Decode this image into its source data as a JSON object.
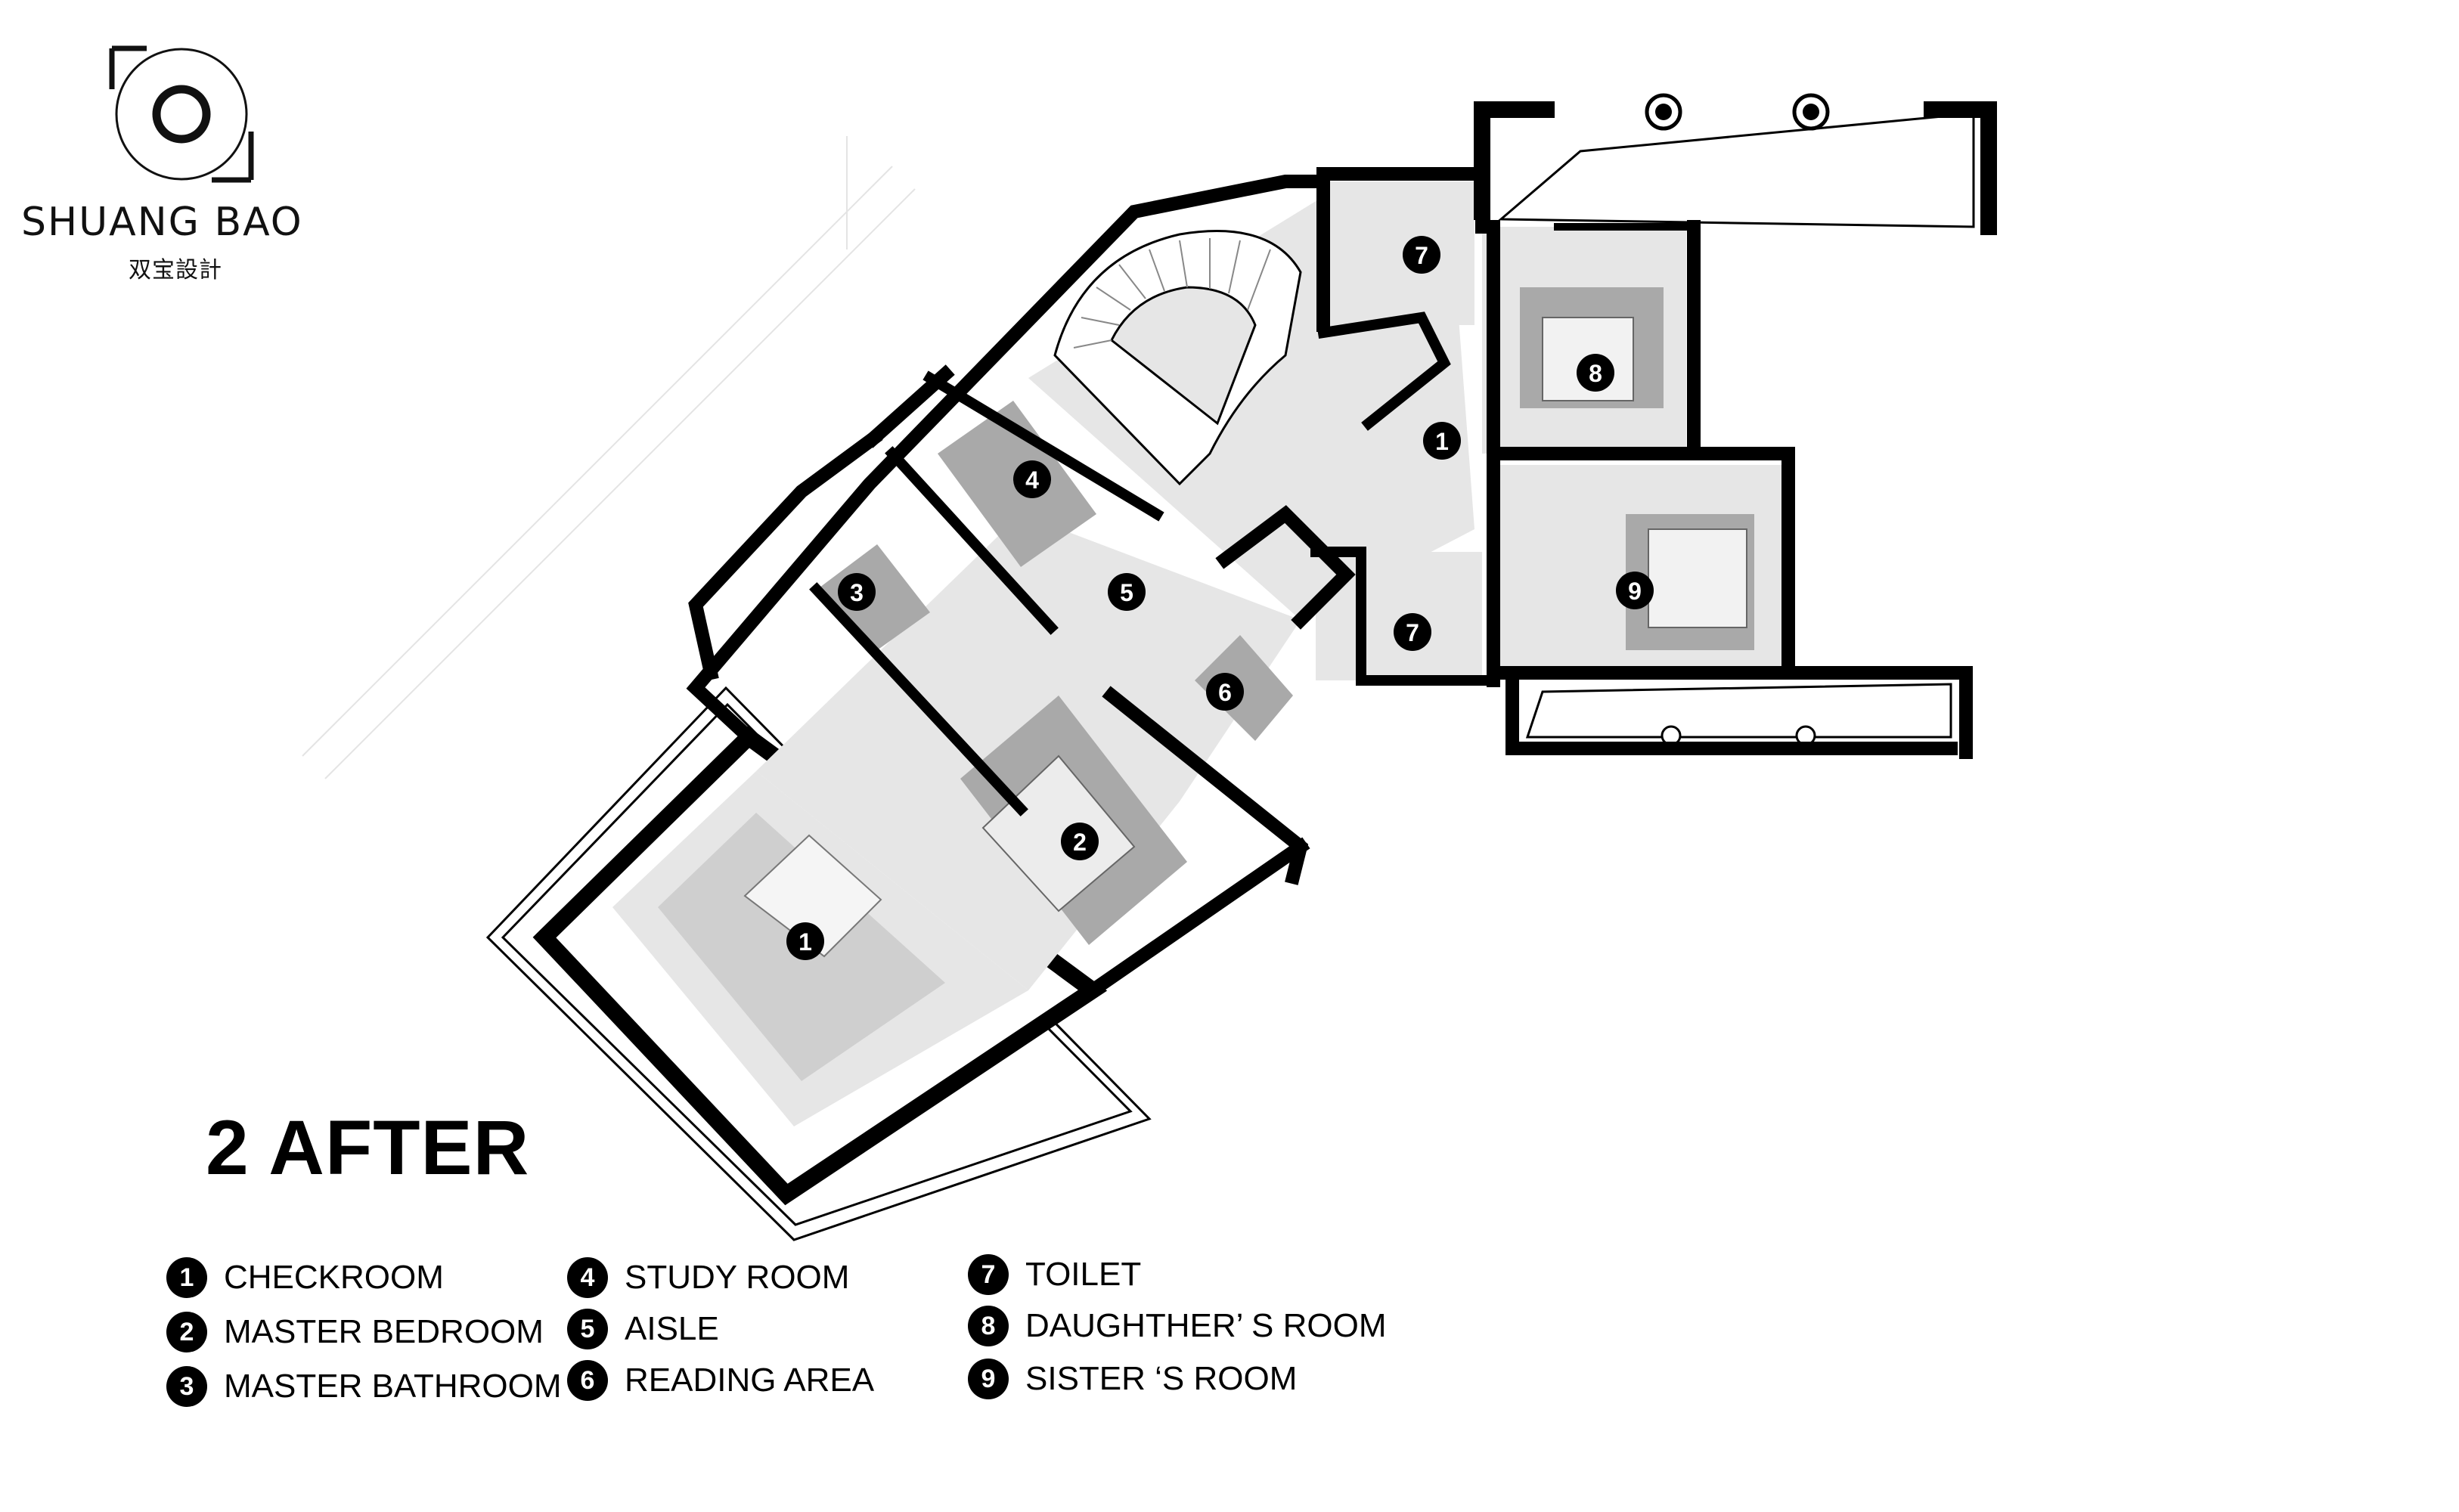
{
  "brand": {
    "name": "SHUANG BAO",
    "subtitle": "双宝設計"
  },
  "plan_title": "2 AFTER",
  "legend": [
    {
      "number": "1",
      "label": "CHECKROOM"
    },
    {
      "number": "2",
      "label": "MASTER BEDROOM"
    },
    {
      "number": "3",
      "label": "MASTER BATHROOM"
    },
    {
      "number": "4",
      "label": "STUDY ROOM"
    },
    {
      "number": "5",
      "label": "AISLE"
    },
    {
      "number": "6",
      "label": "READING AREA"
    },
    {
      "number": "7",
      "label": "TOILET"
    },
    {
      "number": "8",
      "label": "DAUGHTHER’ S ROOM"
    },
    {
      "number": "9",
      "label": "SISTER ‘S  ROOM"
    }
  ],
  "room_markers": {
    "checkroom_main": "1",
    "checkroom_small": "1",
    "master_bedroom": "2",
    "master_bathroom": "3",
    "study_room": "4",
    "aisle": "5",
    "reading_area": "6",
    "toilet_top": "7",
    "toilet_mid": "7",
    "daughter_room": "8",
    "sister_room": "9"
  },
  "colors": {
    "wall": "#000000",
    "floor": "#e6e6e6",
    "carpet": "#a9a9a9",
    "marker_fill": "#000000",
    "marker_text": "#ffffff"
  }
}
